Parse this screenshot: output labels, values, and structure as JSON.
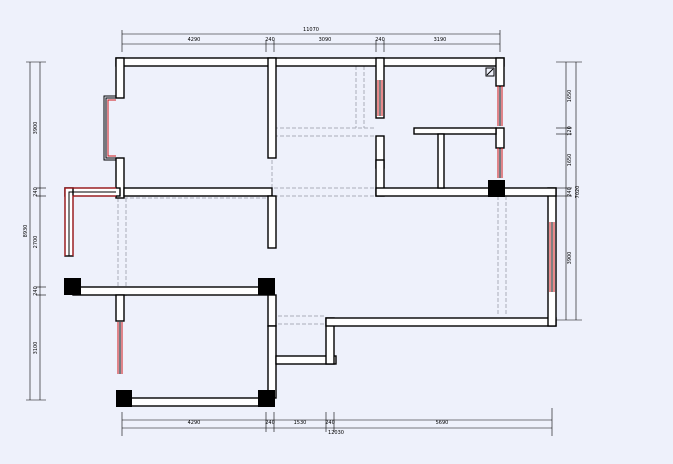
{
  "colors": {
    "background": "#eef1fb",
    "wall": "#000000",
    "wall_fill": "#ffffff",
    "window": "#d0161a",
    "hidden_line": "#a9adb8",
    "dimension": "#000000"
  },
  "dims": {
    "top_total": "11070",
    "top_segments": [
      "4290",
      "240",
      "3090",
      "240",
      "3190"
    ],
    "bottom_total": "12030",
    "bottom_segments": [
      "4290",
      "240",
      "1530",
      "240",
      "5690"
    ],
    "left_total": "8930",
    "left_segments": [
      "3900",
      "240",
      "2700",
      "240",
      "3100"
    ],
    "right_total": "7020",
    "right_segments": [
      "1650",
      "120",
      "1650",
      "240",
      "3900"
    ]
  }
}
